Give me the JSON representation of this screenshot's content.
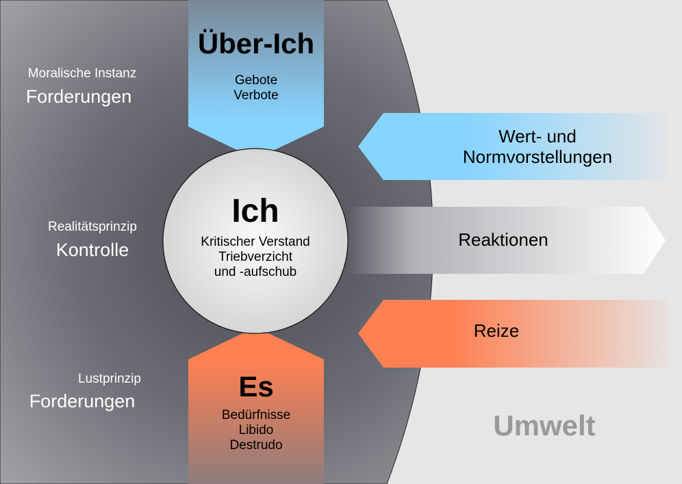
{
  "left_labels": {
    "ueber_ich": {
      "sub": "Moralische Instanz",
      "main": "Forderungen"
    },
    "ich": {
      "sub": "Realitätsprinzip",
      "main": "Kontrolle"
    },
    "es": {
      "sub": "Lustprinzip",
      "main": "Forderungen"
    }
  },
  "ueber_ich": {
    "title": "Über-Ich",
    "lines": [
      "Gebote",
      "Verbote"
    ]
  },
  "ich": {
    "title": "Ich",
    "lines": [
      "Kritischer Verstand",
      "Triebverzicht",
      "und -aufschub"
    ]
  },
  "es": {
    "title": "Es",
    "lines": [
      "Bedürfnisse",
      "Libido",
      "Destrudo"
    ]
  },
  "arrows": {
    "wert": {
      "lines": [
        "Wert- und",
        "Normvorstellungen"
      ]
    },
    "reaktionen": {
      "label": "Reaktionen"
    },
    "reize": {
      "label": "Reize"
    }
  },
  "umwelt": "Umwelt",
  "colors": {
    "blue": "#87d4ff",
    "orange": "#ff8052",
    "background": "#e6e6e6"
  }
}
